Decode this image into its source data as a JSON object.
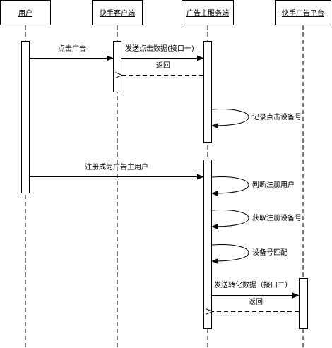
{
  "participants": {
    "user": "用户",
    "client": "快手客户端",
    "server": "广告主服务端",
    "platform": "快手广告平台"
  },
  "messages": {
    "click_ad": "点击广告",
    "send_click": "发送点击数据(接口一)",
    "return1": "返回",
    "record_device": "记录点击设备号",
    "register_user": "注册成为广告主用户",
    "judge_register": "判断注册用户",
    "get_register_device": "获取注册设备号",
    "device_match": "设备号匹配",
    "send_conversion": "发送转化数据（接口二）",
    "return2": "返回"
  }
}
